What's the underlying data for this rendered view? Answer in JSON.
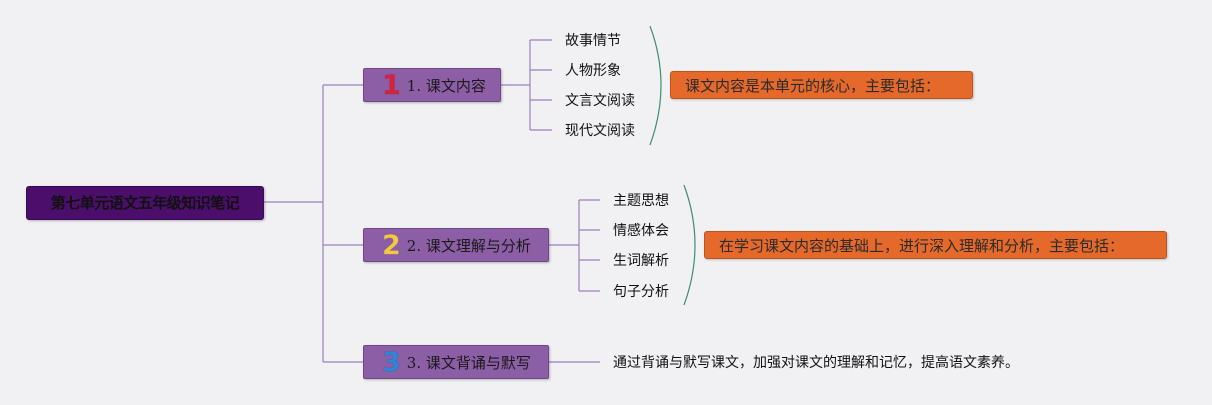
{
  "root": {
    "title": "第七单元语文五年级知识笔记"
  },
  "branches": [
    {
      "number": "1",
      "label": "1. 课文内容",
      "subtopics": [
        "故事情节",
        "人物形象",
        "文言文阅读",
        "现代文阅读"
      ],
      "summary": "课文内容是本单元的核心，主要包括："
    },
    {
      "number": "2",
      "label": "2. 课文理解与分析",
      "subtopics": [
        "主题思想",
        "情感体会",
        "生词解析",
        "句子分析"
      ],
      "summary": "在学习课文内容的基础上，进行深入理解和分析，主要包括："
    },
    {
      "number": "3",
      "label": "3. 课文背诵与默写",
      "note": "通过背诵与默写课文，加强对课文的理解和记忆，提高语文素养。"
    }
  ],
  "colors": {
    "background": "#f1f0f3",
    "root_fill": "#4b0f6b",
    "branch_fill": "#8c5ea6",
    "callout_fill": "#e5692b",
    "connector": "#9a80bd",
    "brace": "#3f8f6c",
    "number_1": "#d8213a",
    "number_2": "#f2c84a",
    "number_3": "#2f86d8"
  }
}
